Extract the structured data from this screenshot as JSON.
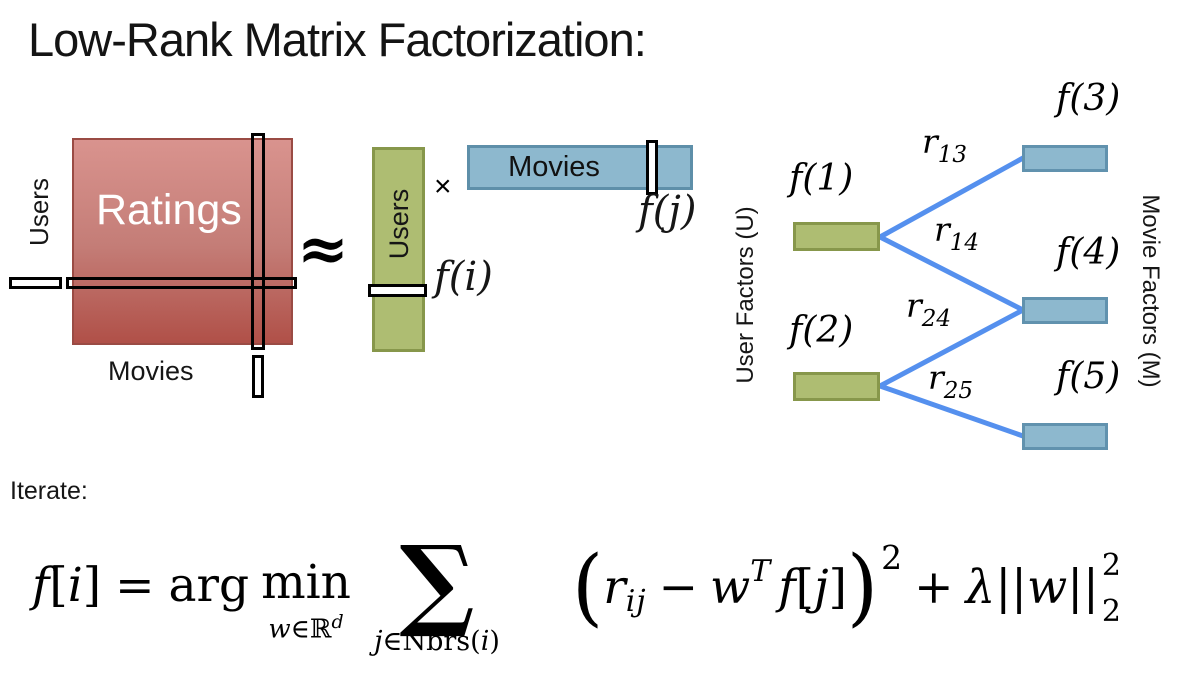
{
  "slide": {
    "title": "Low-Rank Matrix Factorization:",
    "iterate_label": "Iterate:"
  },
  "decomposition": {
    "ratings_label": "Ratings",
    "users_axis": "Users",
    "movies_axis": "Movies",
    "approx_symbol": "≈",
    "times_symbol": "×",
    "user_factor_label": "Users",
    "movie_factor_label": "Movies",
    "fi_label": "f(i)",
    "fj_label": "f(j)"
  },
  "graph": {
    "left_axis_label": "User Factors (U)",
    "right_axis_label": "Movie Factors (M)",
    "user_nodes": [
      {
        "label": "f(1)"
      },
      {
        "label": "f(2)"
      }
    ],
    "movie_nodes": [
      {
        "label": "f(3)"
      },
      {
        "label": "f(4)"
      },
      {
        "label": "f(5)"
      }
    ],
    "edges": [
      {
        "base": "r",
        "sub": "13"
      },
      {
        "base": "r",
        "sub": "14"
      },
      {
        "base": "r",
        "sub": "24"
      },
      {
        "base": "r",
        "sub": "25"
      }
    ]
  },
  "formula": {
    "f": "f",
    "open_bracket": "[",
    "i": "i",
    "close_bracket": "]",
    "equals": "=",
    "arg": "arg",
    "min": "min",
    "constraint_w": "w",
    "constraint_in": "∈",
    "constraint_set": "ℝ",
    "constraint_dim": "d",
    "sum_symbol": "∑",
    "sum_j": "j",
    "sum_in": "∈",
    "sum_nbrs": "Nbrs(",
    "sum_i": "i",
    "sum_close": ")",
    "open_paren": "(",
    "r": "r",
    "r_sub": "ij",
    "minus": "−",
    "w": "w",
    "w_sup": "T",
    "f2": "f",
    "open_bracket2": "[",
    "j": "j",
    "close_bracket2": "]",
    "close_paren": ")",
    "square": "2",
    "plus": "+",
    "lambda": "λ",
    "norm_open": "||",
    "norm_w": "w",
    "norm_close": "||",
    "norm_sup": "2",
    "norm_sub": "2"
  },
  "colors": {
    "ratings_top": "#d9938e",
    "ratings_bottom": "#b05048",
    "ratings_border": "#9a4b44",
    "user_factor_fill": "#aebd72",
    "user_factor_border": "#87974b",
    "movie_factor_fill": "#8db8ce",
    "movie_factor_border": "#6192ae",
    "graph_edge": "#5590ee",
    "ratings_text": "#ffffff"
  }
}
